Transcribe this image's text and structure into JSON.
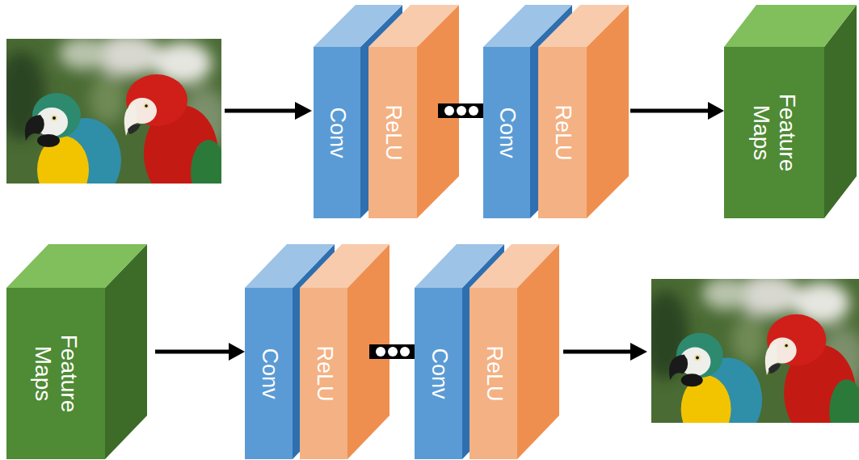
{
  "diagram": {
    "nodes": [
      {
        "text": [
          "Conv"
        ]
      },
      {
        "text": [
          "ReLU"
        ]
      },
      {
        "text": [
          "Conv"
        ]
      },
      {
        "text": [
          "ReLU"
        ]
      },
      {
        "text": [
          "Feature Maps"
        ]
      },
      {
        "text": [
          "Feature Maps"
        ]
      },
      {
        "text": [
          "Conv"
        ]
      },
      {
        "text": [
          "ReLU"
        ]
      },
      {
        "text": [
          "Conv"
        ]
      },
      {
        "text": [
          "ReLU"
        ]
      }
    ],
    "edges": [
      {
        "from": 1,
        "to": 2,
        "arrow": "none"
      },
      {
        "from": 3,
        "to": 4,
        "arrow": "to"
      },
      {
        "from": 5,
        "to": 6,
        "arrow": "to"
      },
      {
        "from": 7,
        "to": 8,
        "arrow": "none"
      }
    ]
  }
}
